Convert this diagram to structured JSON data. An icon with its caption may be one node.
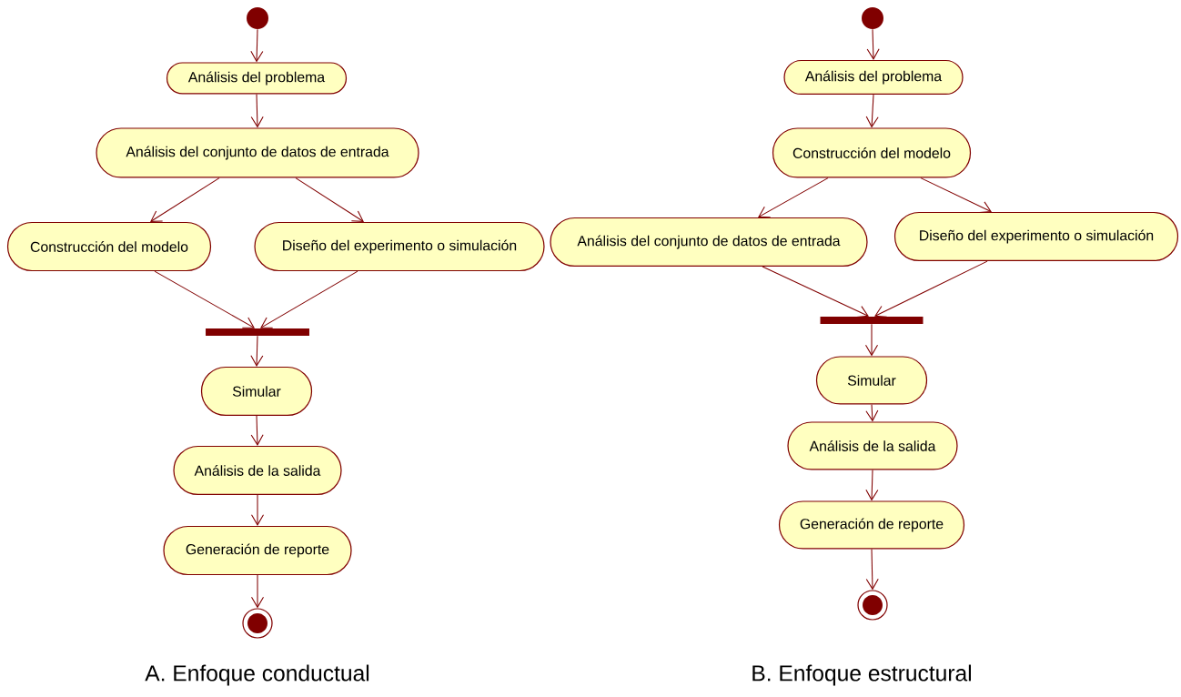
{
  "diagram": {
    "nodes": [
      {
        "text": [],
        "shape": "circle"
      },
      {
        "text": [
          "Análisis del problema"
        ]
      },
      {
        "text": [
          "Análisis del conjunto de datos de entrada"
        ]
      },
      {
        "text": [
          "Construcción del modelo"
        ]
      },
      {
        "text": [
          "Diseño del experimento o simulación"
        ]
      },
      {
        "text": [],
        "shape": "bar"
      },
      {
        "text": [
          "Simular"
        ]
      },
      {
        "text": [
          "Análisis de la salida"
        ]
      },
      {
        "text": [
          "Generación de reporte"
        ]
      },
      {
        "text": [],
        "shape": "bullseye"
      },
      {
        "text": [],
        "shape": "circle"
      },
      {
        "text": [
          "Análisis del problema"
        ]
      },
      {
        "text": [
          "Construcción del modelo"
        ]
      },
      {
        "text": [
          "Análisis del conjunto de datos de entrada"
        ]
      },
      {
        "text": [
          "Diseño del experimento o simulación"
        ]
      },
      {
        "text": [],
        "shape": "bar"
      },
      {
        "text": [
          "Simular"
        ]
      },
      {
        "text": [
          "Análisis de la salida"
        ]
      },
      {
        "text": [
          "Generación de reporte"
        ]
      },
      {
        "text": [],
        "shape": "bullseye"
      }
    ],
    "edges": [
      {
        "from": 0,
        "to": 1,
        "arrow": "to"
      },
      {
        "from": 1,
        "to": 2,
        "arrow": "to"
      },
      {
        "from": 2,
        "to": 3,
        "arrow": "to"
      },
      {
        "from": 2,
        "to": 4,
        "arrow": "to"
      },
      {
        "from": 3,
        "to": 5,
        "arrow": "to"
      },
      {
        "from": 4,
        "to": 5,
        "arrow": "to"
      },
      {
        "from": 5,
        "to": 6,
        "arrow": "to"
      },
      {
        "from": 6,
        "to": 7,
        "arrow": "to"
      },
      {
        "from": 7,
        "to": 8,
        "arrow": "to"
      },
      {
        "from": 8,
        "to": 9,
        "arrow": "to"
      },
      {
        "from": 10,
        "to": 11,
        "arrow": "to"
      },
      {
        "from": 11,
        "to": 12,
        "arrow": "to"
      },
      {
        "from": 12,
        "to": 13,
        "arrow": "to"
      },
      {
        "from": 12,
        "to": 14,
        "arrow": "to"
      },
      {
        "from": 13,
        "to": 15,
        "arrow": "to"
      },
      {
        "from": 14,
        "to": 15,
        "arrow": "to"
      },
      {
        "from": 15,
        "to": 16,
        "arrow": "to"
      },
      {
        "from": 16,
        "to": 17,
        "arrow": "to"
      },
      {
        "from": 17,
        "to": 18,
        "arrow": "to"
      },
      {
        "from": 18,
        "to": 19,
        "arrow": "to"
      }
    ],
    "labels": [
      "A. Enfoque conductual",
      "B. Enfoque estructural"
    ]
  }
}
